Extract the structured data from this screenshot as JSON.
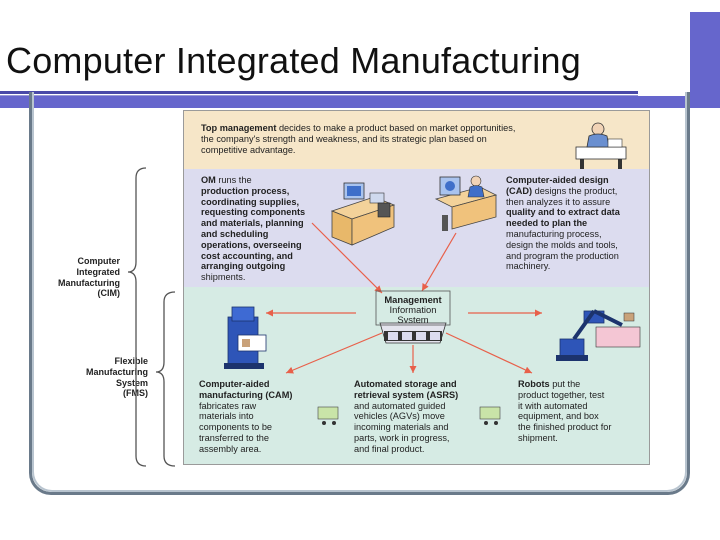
{
  "slide": {
    "title": "Computer Integrated Manufacturing"
  },
  "side_labels": {
    "cim": [
      "Computer",
      "Integrated",
      "Manufacturing",
      "(CIM)"
    ],
    "fms": [
      "Flexible",
      "Manufacturing",
      "System",
      "(FMS)"
    ]
  },
  "blocks": {
    "top_management": {
      "bold": "Top management",
      "lines": [
        " decides to make a product based on market opportunities,",
        "the company's strength and weakness, and its strategic plan based on",
        "competitive advantage."
      ]
    },
    "om": {
      "bold": "OM",
      "lines": [
        " runs the",
        "production process,",
        "coordinating supplies,",
        "requesting components",
        "and materials, planning",
        "and scheduling",
        "operations, overseeing",
        "cost accounting, and",
        "arranging outgoing",
        "shipments."
      ]
    },
    "cad": {
      "bold_lines": [
        "Computer-aided design",
        "(CAD)"
      ],
      "lines": [
        " designs the product,",
        "then analyzes it to assure",
        "quality and to extract data",
        "needed to plan the",
        "manufacturing process,",
        "design the molds and tools,",
        "and program the production",
        "machinery."
      ]
    },
    "mis": {
      "lines": [
        "Management",
        "Information",
        "System"
      ]
    },
    "cam": {
      "bold_lines": [
        "Computer-aided",
        "manufacturing (CAM)"
      ],
      "lines": [
        "fabricates raw",
        "materials into",
        "components to be",
        "transferred to the",
        "assembly area."
      ]
    },
    "asrs": {
      "bold_lines": [
        "Automated storage and",
        "retrieval system (ASRS)"
      ],
      "lines": [
        "and automated guided",
        "vehicles (AGVs) move",
        "incoming materials and",
        "parts, work in progress,",
        "and final product."
      ]
    },
    "robots": {
      "bold": "Robots",
      "lines": [
        " put the",
        "product together, test",
        "it with automated",
        "equipment, and box",
        "the finished product for",
        "shipment."
      ]
    }
  },
  "colors": {
    "title_bar": "#6666cc",
    "band_top": "#f6e6c8",
    "band_mid": "#dcdcef",
    "band_bot": "#d6ebe4",
    "arrow": "#e8604a",
    "machine_blue": "#2e55b8"
  },
  "icons": [
    "manager-at-desk-icon",
    "om-workstation-icon",
    "cad-workstation-icon",
    "mis-server-icon",
    "cam-machine-icon",
    "robot-arm-icon",
    "agv-cart-icon"
  ]
}
